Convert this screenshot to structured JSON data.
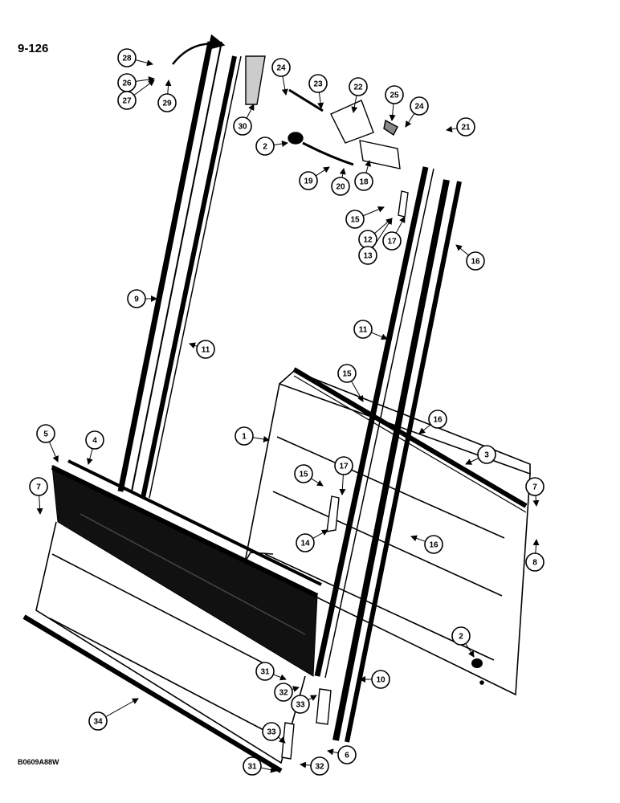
{
  "page_number": "9-126",
  "figure_code": "B0609A88W",
  "callouts": [
    {
      "label": "28"
    },
    {
      "label": "26"
    },
    {
      "label": "27"
    },
    {
      "label": "29"
    },
    {
      "label": "30"
    },
    {
      "label": "24"
    },
    {
      "label": "23"
    },
    {
      "label": "22"
    },
    {
      "label": "25"
    },
    {
      "label": "24"
    },
    {
      "label": "21"
    },
    {
      "label": "2"
    },
    {
      "label": "19"
    },
    {
      "label": "20"
    },
    {
      "label": "18"
    },
    {
      "label": "15"
    },
    {
      "label": "12"
    },
    {
      "label": "13"
    },
    {
      "label": "17"
    },
    {
      "label": "16"
    },
    {
      "label": "9"
    },
    {
      "label": "11"
    },
    {
      "label": "11"
    },
    {
      "label": "15"
    },
    {
      "label": "16"
    },
    {
      "label": "1"
    },
    {
      "label": "5"
    },
    {
      "label": "4"
    },
    {
      "label": "3"
    },
    {
      "label": "7"
    },
    {
      "label": "7"
    },
    {
      "label": "15"
    },
    {
      "label": "17"
    },
    {
      "label": "8"
    },
    {
      "label": "14"
    },
    {
      "label": "16"
    },
    {
      "label": "2"
    },
    {
      "label": "31"
    },
    {
      "label": "10"
    },
    {
      "label": "32"
    },
    {
      "label": "33"
    },
    {
      "label": "34"
    },
    {
      "label": "33"
    },
    {
      "label": "6"
    },
    {
      "label": "31"
    },
    {
      "label": "32"
    }
  ]
}
